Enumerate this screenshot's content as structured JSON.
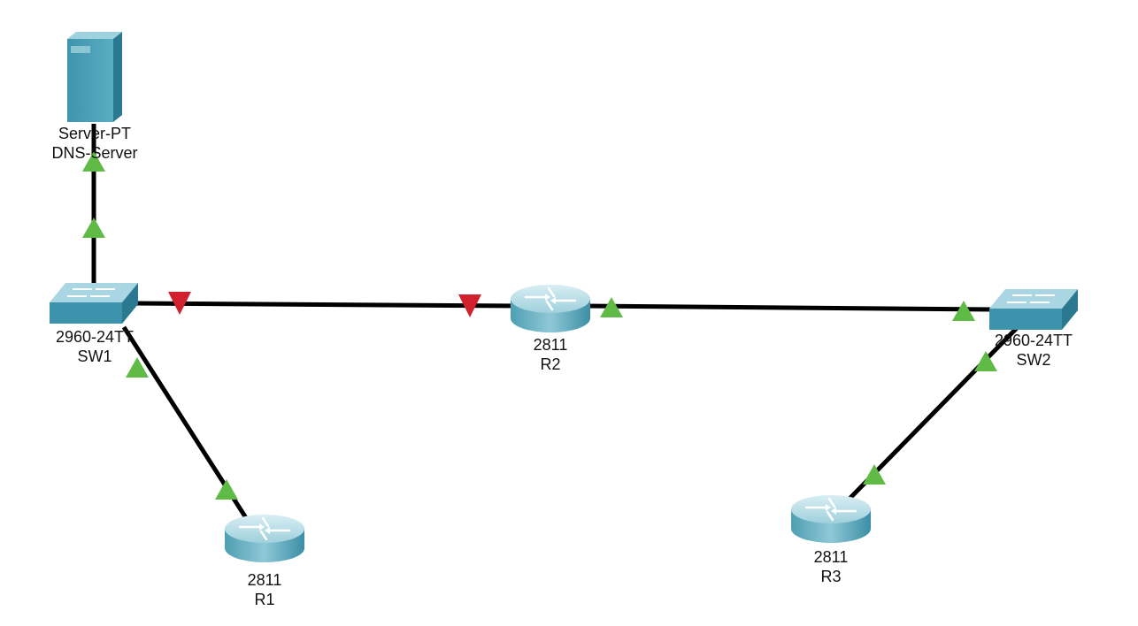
{
  "devices": {
    "dns_server": {
      "model": "Server-PT",
      "name": "DNS-Server",
      "type": "server"
    },
    "sw1": {
      "model": "2960-24TT",
      "name": "SW1",
      "type": "switch"
    },
    "r2": {
      "model": "2811",
      "name": "R2",
      "type": "router"
    },
    "sw2": {
      "model": "2960-24TT",
      "name": "SW2",
      "type": "switch"
    },
    "r1": {
      "model": "2811",
      "name": "R1",
      "type": "router"
    },
    "r3": {
      "model": "2811",
      "name": "R3",
      "type": "router"
    }
  },
  "links": [
    {
      "id": "sw1-dns",
      "from": "sw1",
      "to": "dns_server",
      "from_status": "up",
      "to_status": "up"
    },
    {
      "id": "sw1-r2",
      "from": "sw1",
      "to": "r2",
      "from_status": "down",
      "to_status": "down"
    },
    {
      "id": "r2-sw2",
      "from": "r2",
      "to": "sw2",
      "from_status": "up",
      "to_status": "up"
    },
    {
      "id": "sw1-r1",
      "from": "sw1",
      "to": "r1",
      "from_status": "up",
      "to_status": "up"
    },
    {
      "id": "sw2-r3",
      "from": "sw2",
      "to": "r3",
      "from_status": "up",
      "to_status": "up"
    }
  ],
  "colors": {
    "link": "#000000",
    "status_up": "#5fba46",
    "status_down": "#d1212f",
    "device_light": "#9fd2df",
    "device_mid": "#4a9fb6",
    "device_dark": "#2a7990"
  }
}
